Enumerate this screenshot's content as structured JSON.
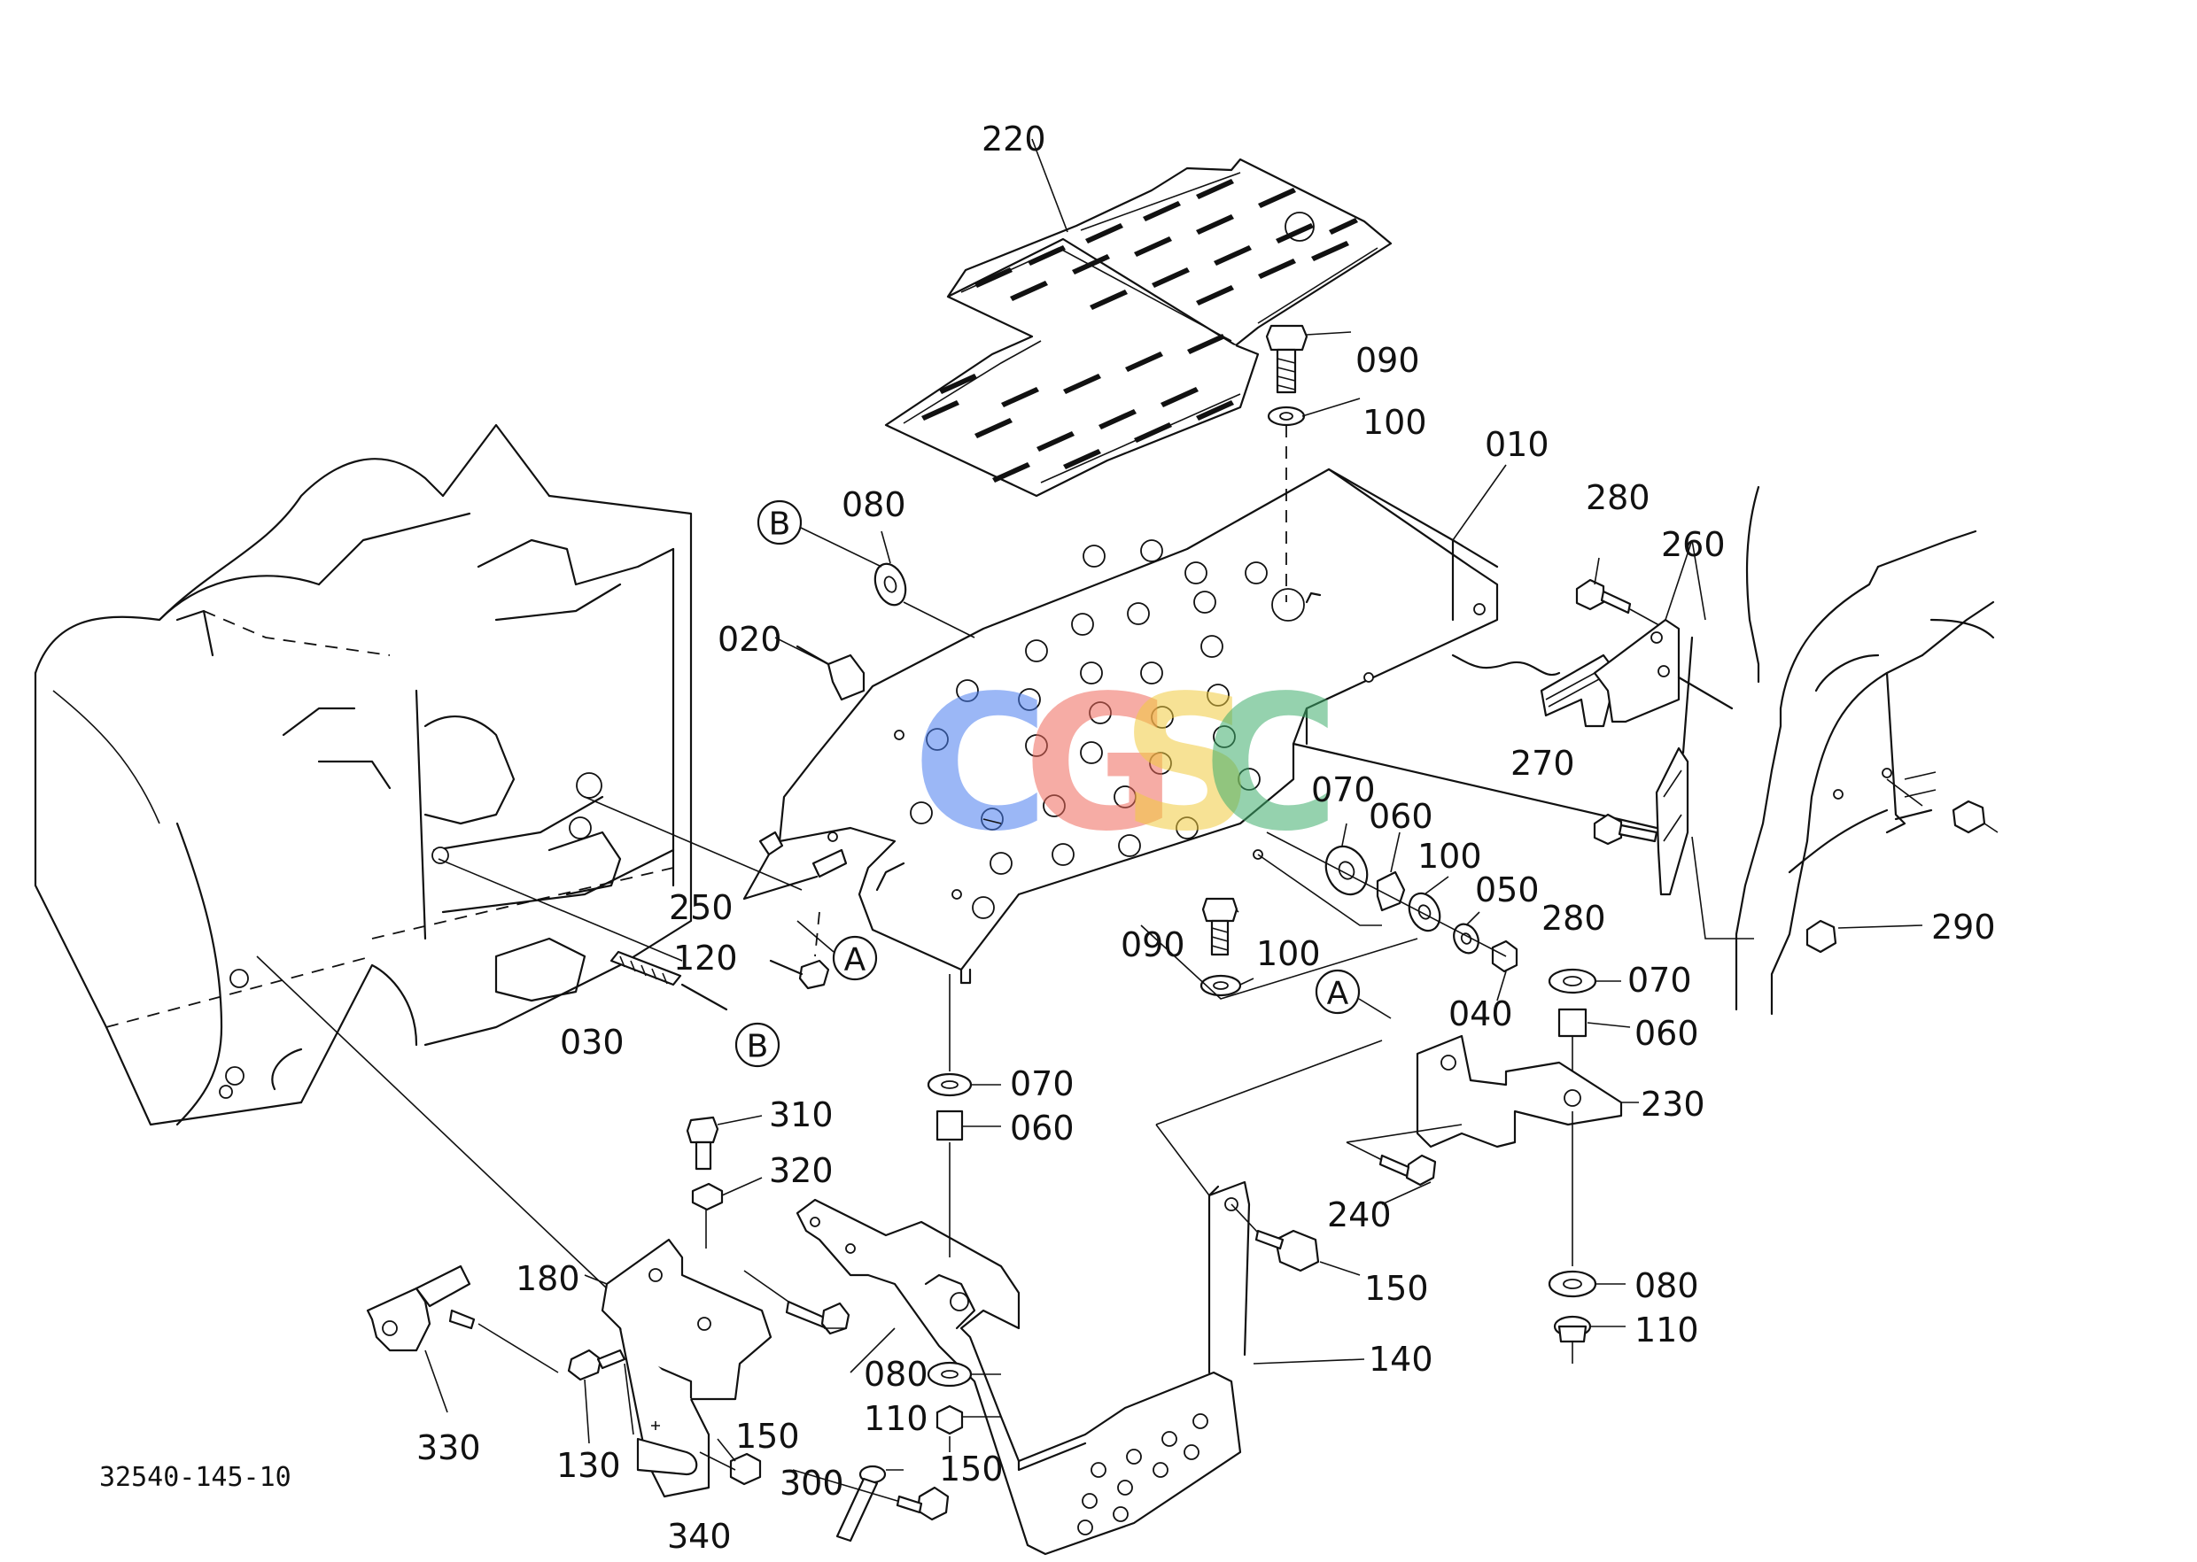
{
  "diagram_code": "32540-145-10",
  "watermark": {
    "letters": [
      "C",
      "G",
      "S",
      "C"
    ],
    "colors": [
      "#4a7ef0",
      "#ef6a5c",
      "#f2cc40",
      "#3fae6c"
    ]
  },
  "ref_markers": {
    "a": "A",
    "b": "B"
  },
  "part_labels": {
    "p010": "010",
    "p020": "020",
    "p030": "030",
    "p040": "040",
    "p050": "050",
    "p060_left": "060",
    "p060_right": "060",
    "p060_center": "060",
    "p070_left": "070",
    "p070_right": "070",
    "p070_center": "070",
    "p080_top": "080",
    "p080_right": "080",
    "p080_center": "080",
    "p090_top": "090",
    "p090_mid": "090",
    "p100_top": "100",
    "p100_mid": "100",
    "p100_right": "100",
    "p110_right": "110",
    "p110_center": "110",
    "p120": "120",
    "p130": "130",
    "p140": "140",
    "p150_left": "150",
    "p150_center": "150",
    "p150_right": "150",
    "p180": "180",
    "p220": "220",
    "p230": "230",
    "p240": "240",
    "p250": "250",
    "p260": "260",
    "p270": "270",
    "p280_top": "280",
    "p280_bottom": "280",
    "p290": "290",
    "p300": "300",
    "p310": "310",
    "p320": "320",
    "p330": "330",
    "p340": "340"
  }
}
